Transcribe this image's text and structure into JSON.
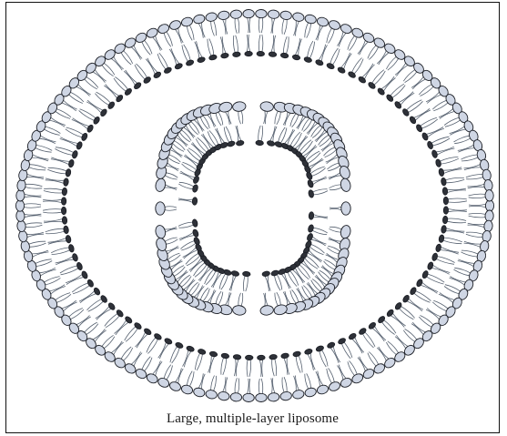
{
  "figure": {
    "caption": "Large, multiple-layer liposome",
    "colors": {
      "outer_head_fill": "#cfd6e4",
      "inner_head_fill": "#2e3138",
      "head_stroke": "#1c1f26",
      "tail_stroke": "#55606f",
      "frame": "#111111"
    },
    "layers": [
      {
        "name": "outer-bilayer",
        "shape": "ellipse",
        "outer_head_count": 118,
        "inner_head_count": 100
      },
      {
        "name": "inner-bilayer",
        "shape": "rounded-square",
        "outer_head_count": 66,
        "inner_head_count": 52
      }
    ]
  }
}
